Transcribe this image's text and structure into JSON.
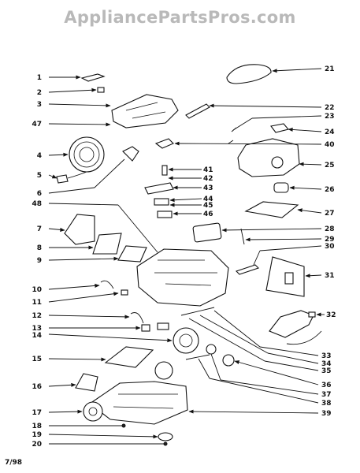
{
  "watermark": "AppliancePartsPros.com",
  "footer_code": "7/98",
  "callouts": [
    "1",
    "2",
    "3",
    "47",
    "4",
    "5",
    "6",
    "48",
    "7",
    "8",
    "9",
    "10",
    "11",
    "12",
    "13",
    "14",
    "15",
    "16",
    "17",
    "18",
    "19",
    "20",
    "21",
    "22",
    "23",
    "24",
    "25",
    "26",
    "27",
    "28",
    "29",
    "30",
    "31",
    "32",
    "33",
    "34",
    "35",
    "36",
    "37",
    "38",
    "39",
    "40",
    "41",
    "42",
    "43",
    "44",
    "45",
    "46"
  ]
}
